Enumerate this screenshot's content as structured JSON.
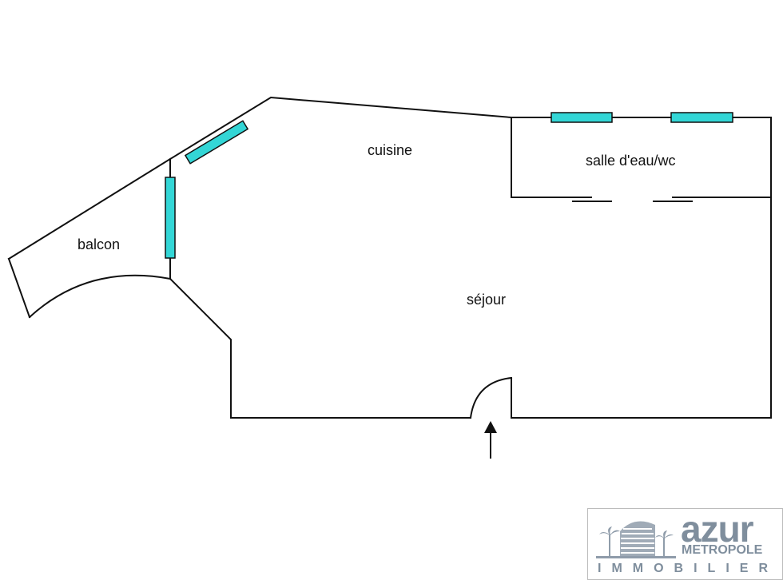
{
  "rooms": {
    "kitchen": "cuisine",
    "bathroom": "salle d'eau/wc",
    "balcony": "balcon",
    "living": "séjour"
  },
  "logo": {
    "brand": "azur",
    "sub": "METROPOLE",
    "tagline": "IMMOBILIER"
  },
  "colors": {
    "wall": "#111111",
    "window": "#33d6d6",
    "logo": "#7f8e9d"
  }
}
